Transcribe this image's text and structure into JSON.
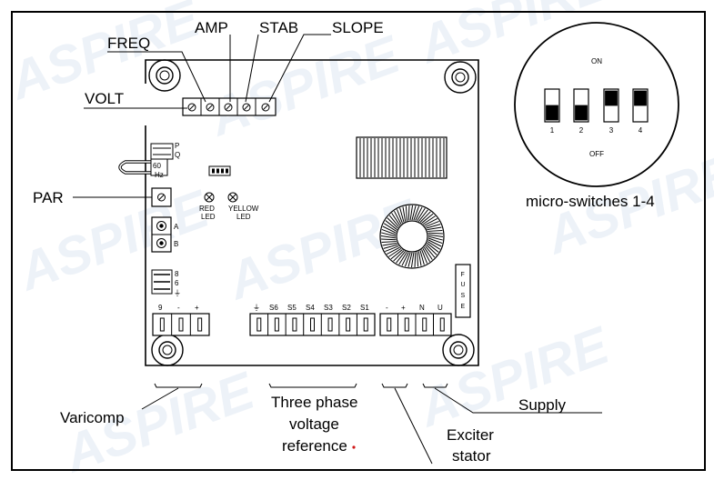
{
  "labels": {
    "volt": "VOLT",
    "freq": "FREQ",
    "amp": "AMP",
    "stab": "STAB",
    "slope": "SLOPE",
    "par": "PAR",
    "varicomp": "Varicomp",
    "three_phase_1": "Three phase",
    "three_phase_2": "voltage",
    "three_phase_3": "reference",
    "exciter_1": "Exciter",
    "exciter_2": "stator",
    "supply": "Supply",
    "micro_switches": "micro-switches 1-4"
  },
  "dip": {
    "on": "ON",
    "off": "OFF",
    "numbers": [
      "1",
      "2",
      "3",
      "4"
    ],
    "state_colors": [
      "#000000",
      "#000000",
      "#000000",
      "#000000"
    ]
  },
  "board": {
    "pq": [
      "P",
      "Q"
    ],
    "hz_value": "60",
    "hz_unit": "Hz",
    "a": "A",
    "b": "B",
    "red_led_1": "RED",
    "red_led_2": "LED",
    "yellow_led_1": "YELLOW",
    "yellow_led_2": "LED",
    "fuse_letters": [
      "F",
      "U",
      "S",
      "E"
    ],
    "jumper_pins": [
      "8",
      "6",
      "⏚"
    ],
    "vari_terms": [
      "9",
      "-",
      "+"
    ],
    "ref_terms": [
      "⏚",
      "S6",
      "S5",
      "S4",
      "S3",
      "S2",
      "S1"
    ],
    "exc_terms": [
      "-",
      "+"
    ],
    "sup_terms": [
      "N",
      "U"
    ]
  },
  "watermark": "ASPIRE"
}
